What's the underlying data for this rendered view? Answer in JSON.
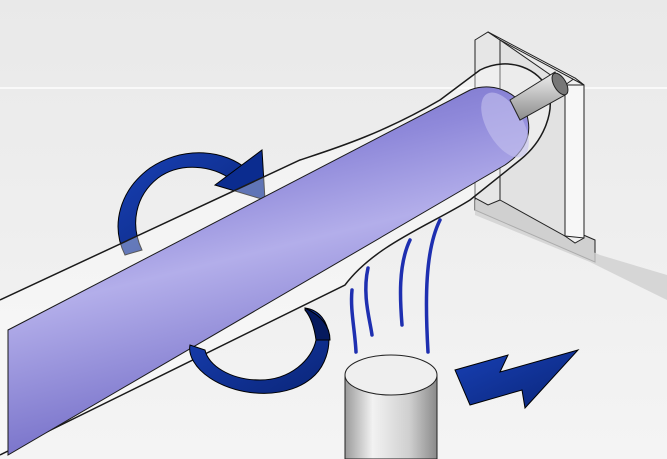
{
  "figure": {
    "description_text": "",
    "colors": {
      "background_top": "#eeeeee",
      "background_bottom": "#f3f3f3",
      "rod": "#8b85d6",
      "rod_highlight": "#b9b5ec",
      "rod_shadow": "#5f5ab8",
      "glass_outline": "#1a1a1a",
      "arrow_fill": "#0b2c8f",
      "arrow_dark": "#061a5e",
      "heat_lines": "#1e2fb0",
      "bracket": "#e8e8e8",
      "nozzle": "#c8c8c8"
    },
    "icons": [
      "rotation-arrow",
      "blow-arrow",
      "heat-flow-lines",
      "nozzle",
      "bracket"
    ]
  }
}
